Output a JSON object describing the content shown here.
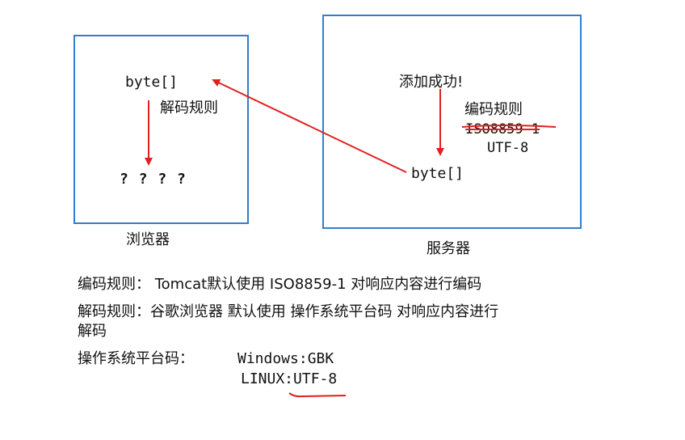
{
  "browser": {
    "caption": "浏览器",
    "byte_label": "byte[]",
    "decode_label": "解码规则",
    "garbled_text": "? ? ? ?"
  },
  "server": {
    "caption": "服务器",
    "message": "添加成功!",
    "encode_label": "编码规则",
    "old_charset": "ISO8859-1",
    "new_charset": "UTF-8",
    "byte_label": "byte[]"
  },
  "notes": {
    "encode_rule": "编码规则： Tomcat默认使用 ISO8859-1 对响应内容进行编码",
    "decode_rule_line1": "解码规则：谷歌浏览器 默认使用 操作系统平台码 对响应内容进行",
    "decode_rule_line2": "解码",
    "os_charset_label": "操作系统平台码：",
    "windows_charset": "Windows:GBK",
    "linux_charset": "LINUX:UTF-8"
  },
  "colors": {
    "box_border": "#2f7fd0",
    "arrow": "#e02020"
  }
}
